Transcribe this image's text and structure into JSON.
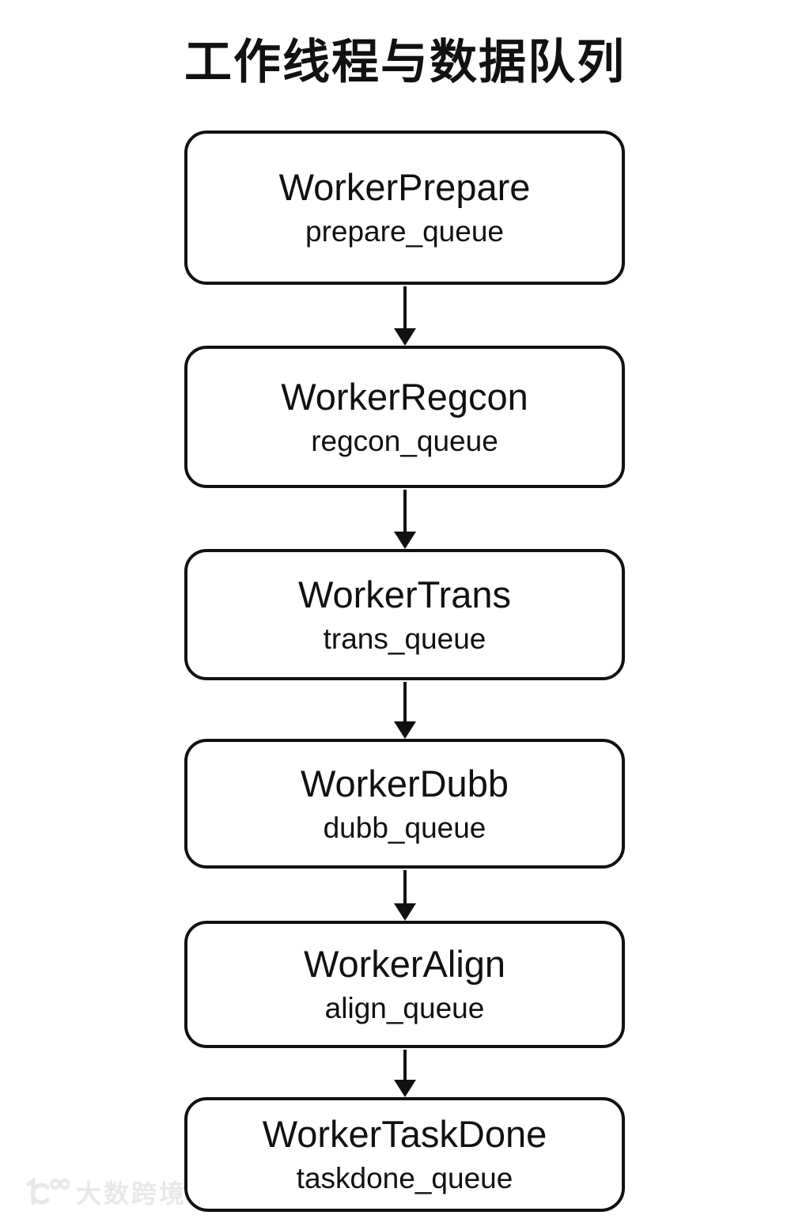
{
  "title": "工作线程与数据队列",
  "nodes": [
    {
      "title": "WorkerPrepare",
      "queue": "prepare_queue"
    },
    {
      "title": "WorkerRegcon",
      "queue": "regcon_queue"
    },
    {
      "title": "WorkerTrans",
      "queue": "trans_queue"
    },
    {
      "title": "WorkerDubb",
      "queue": "dubb_queue"
    },
    {
      "title": "WorkerAlign",
      "queue": "align_queue"
    },
    {
      "title": "WorkerTaskDone",
      "queue": "taskdone_queue"
    }
  ],
  "watermark": {
    "text": "大数跨境"
  },
  "colors": {
    "background": "#ffffff",
    "stroke": "#111111",
    "text": "#111111",
    "watermark": "#e9e9e9"
  }
}
